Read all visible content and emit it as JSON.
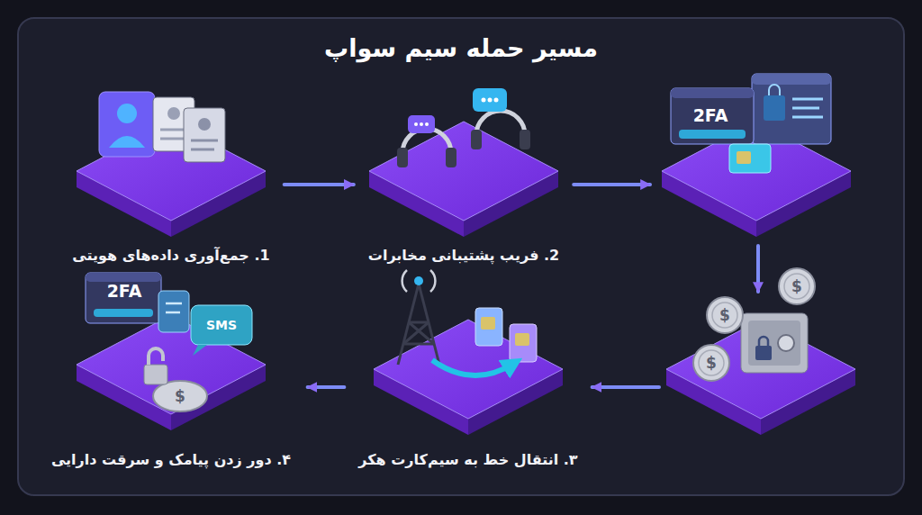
{
  "diagram": {
    "title": "مسیر حمله سیم سواپ",
    "nodes": [
      {
        "text": [
          "1. جمع‌آوری داده‌های هویتی"
        ]
      },
      {
        "text": [
          "2. فریب پشتیبانی مخابرات"
        ]
      },
      {
        "text": [
          "2FA"
        ]
      },
      {
        "text": [
          "$",
          "$",
          "$"
        ]
      },
      {
        "text": [
          "۳. انتقال خط به سیم‌کارت هکر"
        ]
      },
      {
        "text": [
          "2FA",
          "SMS",
          "$",
          "۴. دور زدن پیامک و سرقت دارایی"
        ]
      }
    ],
    "edges": [
      {
        "from": 0,
        "to": 1,
        "arrow": "to"
      },
      {
        "from": 1,
        "to": 2,
        "arrow": "to"
      },
      {
        "from": 2,
        "to": 3,
        "arrow": "to"
      },
      {
        "from": 3,
        "to": 4,
        "arrow": "to"
      },
      {
        "from": 4,
        "to": 5,
        "arrow": "to"
      }
    ]
  }
}
